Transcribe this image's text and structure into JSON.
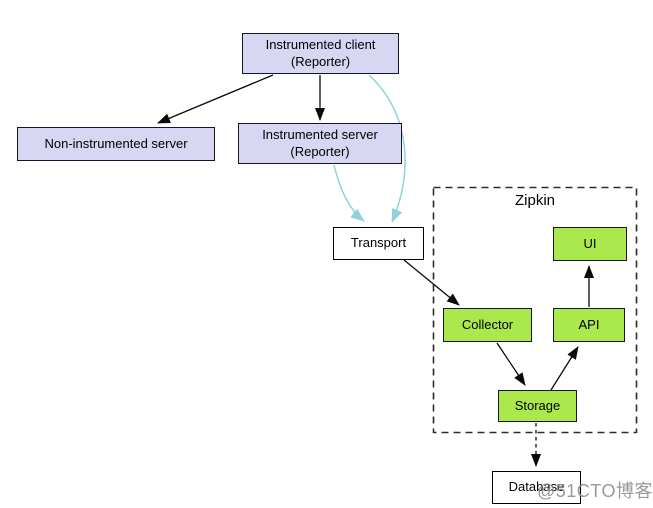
{
  "nodes": {
    "instrumented_client": {
      "label": "Instrumented client",
      "sublabel": "(Reporter)"
    },
    "non_instrumented_server": {
      "label": "Non-instrumented server"
    },
    "instrumented_server": {
      "label": "Instrumented server",
      "sublabel": "(Reporter)"
    },
    "transport": {
      "label": "Transport"
    },
    "ui": {
      "label": "UI"
    },
    "collector": {
      "label": "Collector"
    },
    "api": {
      "label": "API"
    },
    "storage": {
      "label": "Storage"
    },
    "database": {
      "label": "Database"
    }
  },
  "cluster": {
    "label": "Zipkin"
  },
  "edges": [
    {
      "from": "instrumented_client",
      "to": "non_instrumented_server",
      "style": "solid-black"
    },
    {
      "from": "instrumented_client",
      "to": "instrumented_server",
      "style": "solid-black"
    },
    {
      "from": "instrumented_client",
      "to": "transport",
      "style": "curved-blue"
    },
    {
      "from": "instrumented_server",
      "to": "transport",
      "style": "curved-blue"
    },
    {
      "from": "transport",
      "to": "collector",
      "style": "solid-black"
    },
    {
      "from": "collector",
      "to": "storage",
      "style": "solid-black"
    },
    {
      "from": "storage",
      "to": "api",
      "style": "solid-black"
    },
    {
      "from": "api",
      "to": "ui",
      "style": "solid-black"
    },
    {
      "from": "storage",
      "to": "database",
      "style": "dashed-black"
    }
  ],
  "watermark": {
    "text": "@51CTO博客"
  },
  "colors": {
    "reporter_fill": "#d7d7f4",
    "zipkin_component_fill": "#abe84c",
    "plain_fill": "#ffffff",
    "node_border": "#15152e",
    "edge_black": "#0a0a0a",
    "edge_blue": "#8fd2da",
    "cluster_border": "#2b2b2b",
    "watermark_gray": "#8f8f8f"
  }
}
